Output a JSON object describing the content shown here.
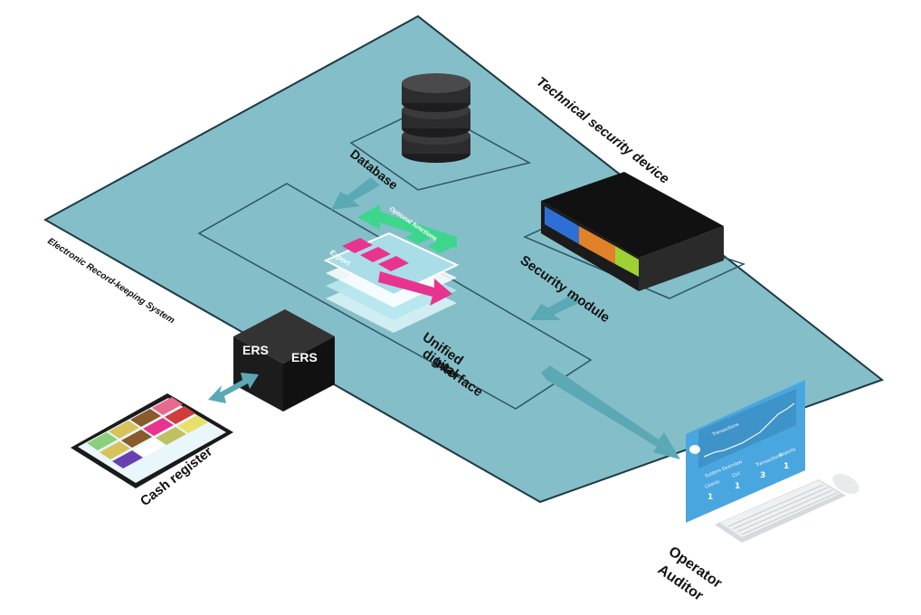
{
  "labels": {
    "technical_security_device": "Technical security device",
    "database": "Database",
    "security_module": "Security module",
    "unified_line1": "Unified",
    "unified_line2": "digital",
    "unified_line3": "interface",
    "optional_functions": "Optional functions",
    "export": "Export",
    "ers_system": "Electronic Record-keeping System",
    "ers_left": "ERS",
    "ers_right": "ERS",
    "cash_register": "Cash register",
    "operator": "Operator",
    "auditor": "Auditor"
  },
  "monitor": {
    "chart_title": "Transactions",
    "system_overview": "System Overview",
    "stat1_label": "Clients",
    "stat1_value": "1",
    "stat2_label": "Ctrl",
    "stat2_value": "1",
    "stat3_label": "Transactions",
    "stat3_value": "3",
    "stat4_label": "Reports",
    "stat4_value": "1"
  },
  "colors": {
    "platform": "#84bfc9",
    "platform_edge": "#1e3a44",
    "arrow": "#5aa9b5",
    "green": "#3dd68c",
    "magenta": "#e8348f",
    "monitor": "#4aa6df"
  }
}
